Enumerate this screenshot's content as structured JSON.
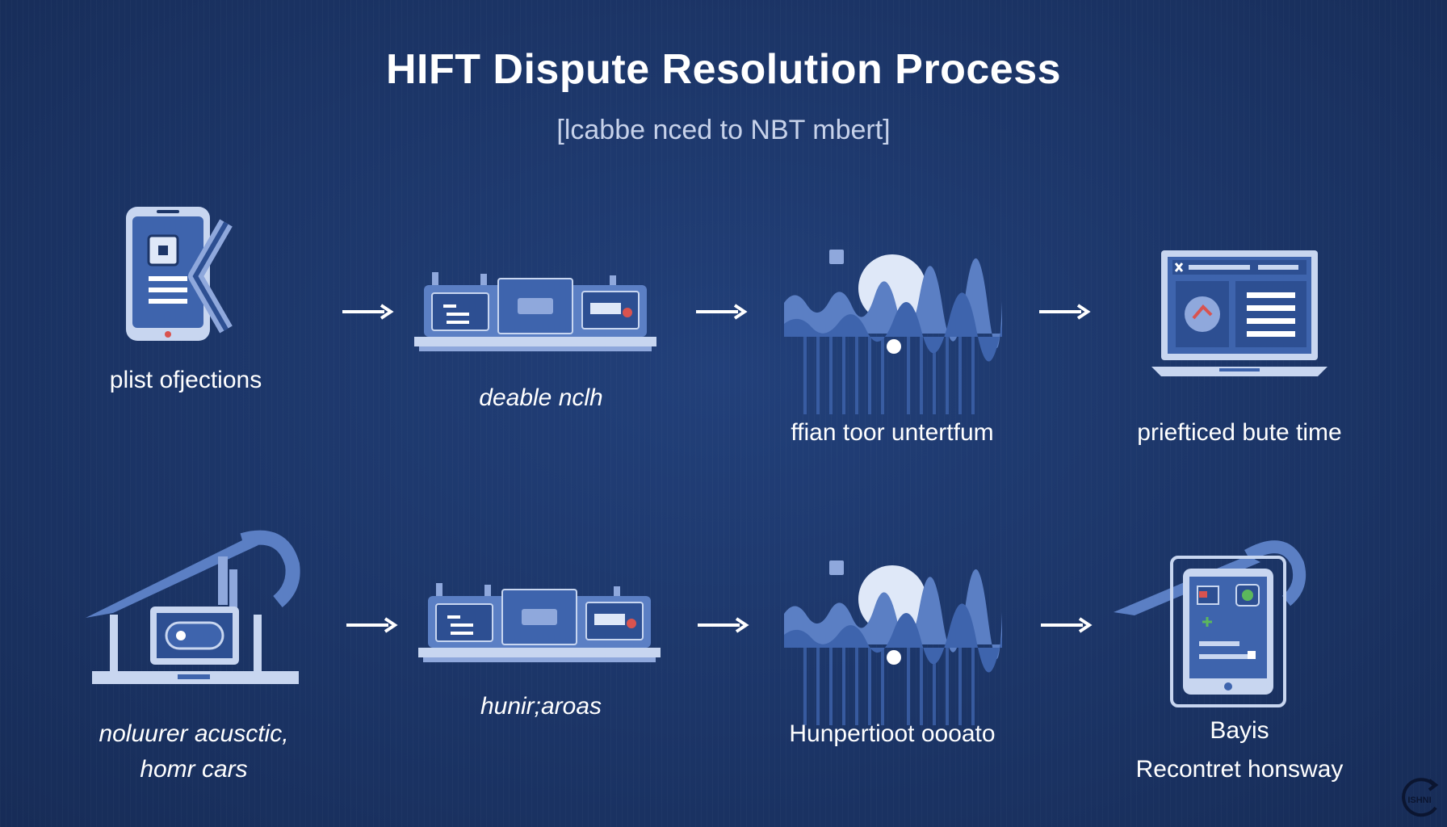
{
  "title": "HIFT Dispute Resolution Process",
  "subtitle": "[lcabbe nced to NBT mbert]",
  "row1": [
    {
      "label": "plist ofjections",
      "icon": "smartphone-icon"
    },
    {
      "label": "deable nclh",
      "icon": "control-panel-icon"
    },
    {
      "label": "ffian toor untertfum",
      "icon": "globe-wave-icon"
    },
    {
      "label": "priefticed bute time",
      "icon": "laptop-icon"
    }
  ],
  "row2": [
    {
      "label_line1": "noluurer acusctic,",
      "label_line2": "homr cars",
      "icon": "workstation-icon"
    },
    {
      "label": "hunir;aroas",
      "icon": "control-panel-icon"
    },
    {
      "label": "Hunpertioot oooato",
      "icon": "globe-wave-icon"
    },
    {
      "label_line1": "Bayis",
      "label_line2": "Recontret honsway",
      "icon": "tablet-crane-icon"
    }
  ],
  "badge": {
    "text": "ISHNI",
    "icon": "circular-arrow-logo-icon"
  },
  "colors": {
    "background": "#1c3567",
    "accent": "#5b7fc4",
    "light": "#c8d6f0",
    "text": "#ffffff"
  }
}
